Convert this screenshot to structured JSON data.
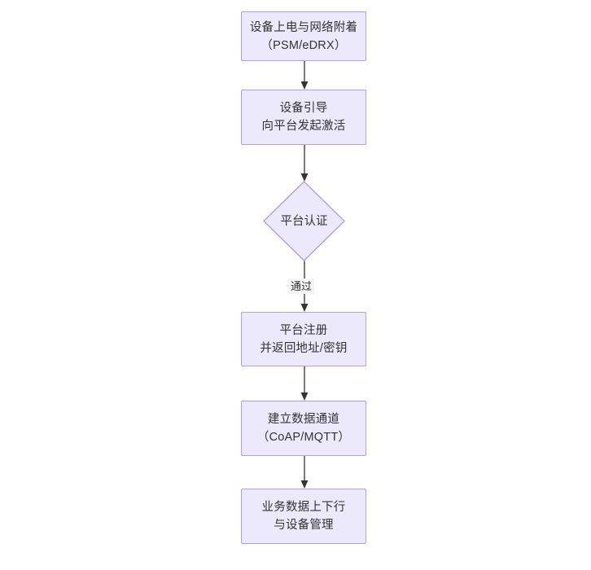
{
  "diagram": {
    "type": "flowchart",
    "orientation": "top-to-bottom",
    "background_color": "#ffffff",
    "node_fill_color": "#ebe9fb",
    "node_border_color": "#b0a0dc",
    "text_color": "#333333",
    "connector_color": "#333333",
    "nodes": [
      {
        "id": "power-on",
        "shape": "rectangle",
        "line1": "设备上电与网络附着",
        "line2": "（PSM/eDRX）"
      },
      {
        "id": "bootstrap",
        "shape": "rectangle",
        "line1": "设备引导",
        "line2": "向平台发起激活"
      },
      {
        "id": "platform-auth",
        "shape": "diamond",
        "line1": "平台认证",
        "line2": ""
      },
      {
        "id": "platform-register",
        "shape": "rectangle",
        "line1": "平台注册",
        "line2": "并返回地址/密钥"
      },
      {
        "id": "data-channel",
        "shape": "rectangle",
        "line1": "建立数据通道",
        "line2": "（CoAP/MQTT）"
      },
      {
        "id": "business-data",
        "shape": "rectangle",
        "line1": "业务数据上下行",
        "line2": "与设备管理"
      }
    ],
    "edges": [
      {
        "id": "e1",
        "from": "power-on",
        "to": "bootstrap",
        "label": ""
      },
      {
        "id": "e2",
        "from": "bootstrap",
        "to": "platform-auth",
        "label": ""
      },
      {
        "id": "e3",
        "from": "platform-auth",
        "to": "platform-register",
        "label": "通过"
      },
      {
        "id": "e4",
        "from": "platform-register",
        "to": "data-channel",
        "label": ""
      },
      {
        "id": "e5",
        "from": "data-channel",
        "to": "business-data",
        "label": ""
      }
    ]
  }
}
